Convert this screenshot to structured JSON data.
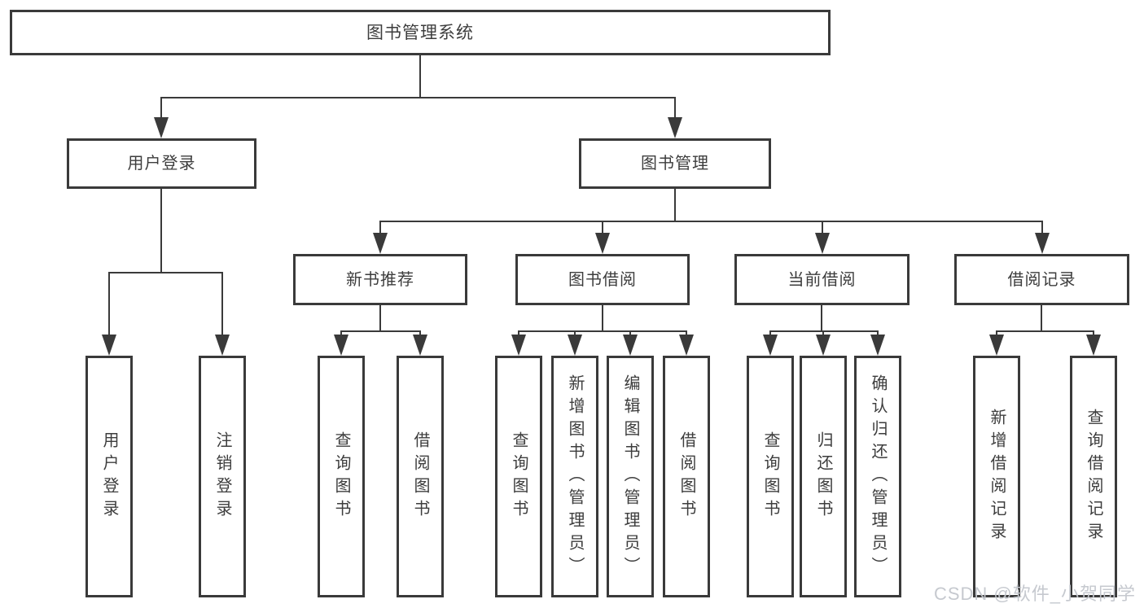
{
  "colors": {
    "line": "#3a3a3a",
    "box_border": "#3a3a3a",
    "text": "#3d3d3d",
    "background": "#ffffff",
    "watermark": "#c3c7cd"
  },
  "watermark": {
    "text": "CSDN @软件_小贺同学"
  },
  "tree": {
    "root": {
      "label": "图书管理系统"
    },
    "branches": [
      {
        "label": "用户登录",
        "leaves": [
          {
            "label": "用户登录"
          },
          {
            "label": "注销登录"
          }
        ]
      },
      {
        "label": "图书管理",
        "groups": [
          {
            "label": "新书推荐",
            "leaves": [
              {
                "label": "查询图书"
              },
              {
                "label": "借阅图书"
              }
            ]
          },
          {
            "label": "图书借阅",
            "leaves": [
              {
                "label": "查询图书"
              },
              {
                "label": "新增图书（管理员）"
              },
              {
                "label": "编辑图书（管理员）"
              },
              {
                "label": "借阅图书"
              }
            ]
          },
          {
            "label": "当前借阅",
            "leaves": [
              {
                "label": "查询图书"
              },
              {
                "label": "归还图书"
              },
              {
                "label": "确认归还（管理员）"
              }
            ]
          },
          {
            "label": "借阅记录",
            "leaves": [
              {
                "label": "新增借阅记录"
              },
              {
                "label": "查询借阅记录"
              }
            ]
          }
        ]
      }
    ]
  }
}
